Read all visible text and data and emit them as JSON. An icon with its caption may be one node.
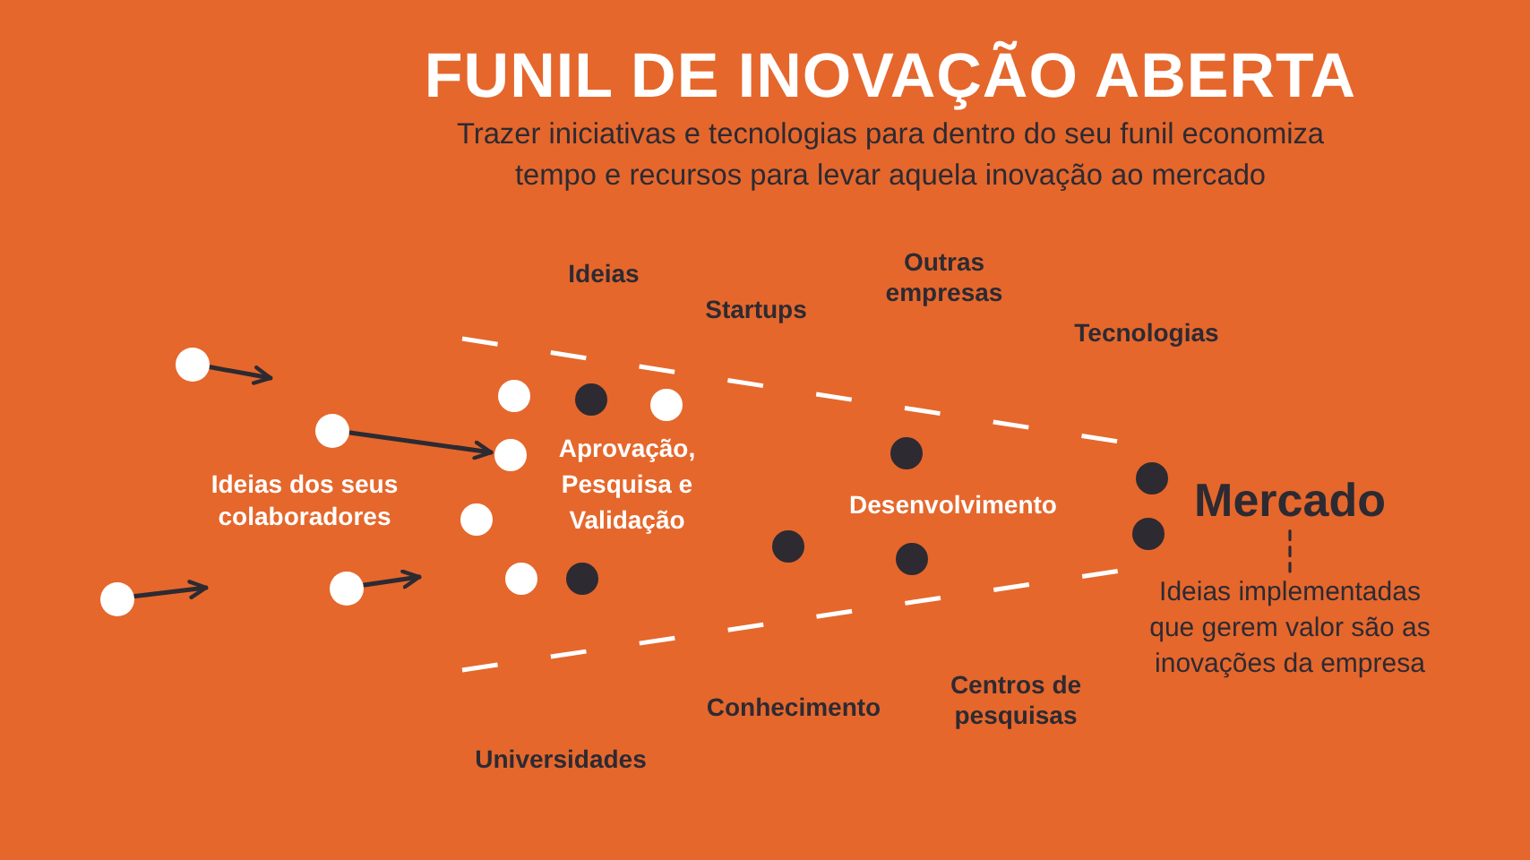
{
  "diagram": {
    "title": "FUNIL DE INOVAÇÃO ABERTA",
    "nodes": [
      {
        "text": [],
        "shape": "circle"
      },
      {
        "text": [],
        "shape": "circle"
      },
      {
        "text": [],
        "shape": "circle"
      },
      {
        "text": [],
        "shape": "circle"
      },
      {
        "text": [],
        "shape": "circle"
      },
      {
        "text": [],
        "shape": "circle"
      },
      {
        "text": [],
        "shape": "circle"
      },
      {
        "text": [],
        "shape": "circle"
      },
      {
        "text": [],
        "shape": "circle"
      },
      {
        "text": [],
        "shape": "circle"
      },
      {
        "text": [],
        "shape": "circle"
      },
      {
        "text": [],
        "shape": "circle"
      },
      {
        "text": [],
        "shape": "circle"
      },
      {
        "text": [],
        "shape": "circle"
      },
      {
        "text": [],
        "shape": "circle"
      },
      {
        "text": [],
        "shape": "circle"
      },
      {
        "text": [
          "Mercado"
        ]
      },
      {
        "text": [
          "Ideias implementadas que gerem valor são as inovações da empresa"
        ]
      }
    ],
    "edges": [
      {
        "from": 0,
        "to": null,
        "arrow": "to"
      },
      {
        "from": 1,
        "to": 7,
        "arrow": "to"
      },
      {
        "from": 2,
        "to": null,
        "arrow": "to"
      },
      {
        "from": 3,
        "to": null,
        "arrow": "to"
      },
      {
        "from": 16,
        "to": 17,
        "arrow": "none",
        "style": "dashed"
      }
    ],
    "labels": [
      "Trazer iniciativas e tecnologias para dentro do seu funil economiza tempo e recursos para levar aquela inovação ao mercado",
      "Ideias",
      "Outras empresas",
      "Startups",
      "Tecnologias",
      "Ideias dos seus colaboradores",
      "Aprovação, Pesquisa e Validação",
      "Desenvolvimento",
      "Conhecimento",
      "Centros de pesquisas",
      "Universidades"
    ]
  }
}
